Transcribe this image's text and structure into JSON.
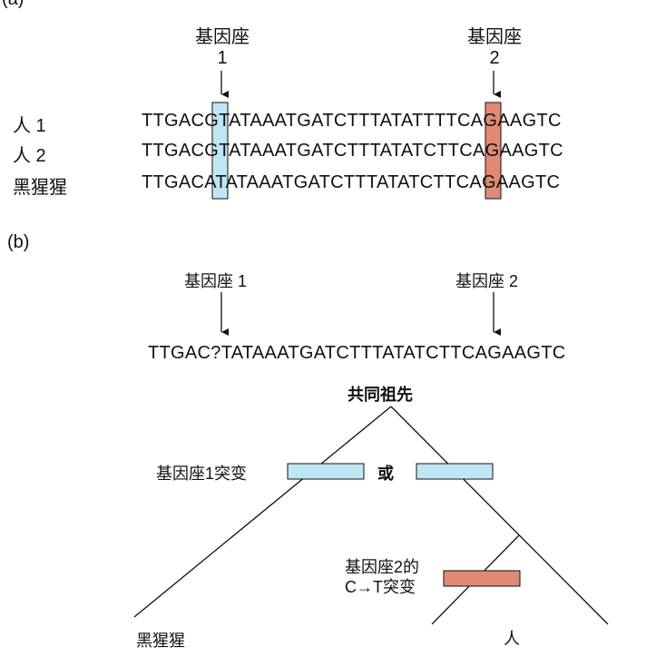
{
  "panel_a": {
    "label": "(a)",
    "locus1": {
      "name": "基因座",
      "number": "1"
    },
    "locus2": {
      "name": "基因座",
      "number": "2"
    },
    "rows": [
      {
        "label": "人 1",
        "sequence": "TTGACGTATAAATGATCTTTATATTTTCAGAAGTC"
      },
      {
        "label": "人 2",
        "sequence": "TTGACGTATAAATGATCTTTATATCTTCAGAAGTC"
      },
      {
        "label": "黑猩猩",
        "sequence": "TTGACATATAAATGATCTTTATATCTTCAGAAGTC"
      }
    ],
    "colors": {
      "locus1_box": "#bfe6f3",
      "locus2_box": "#e08a74"
    }
  },
  "panel_b": {
    "label": "(b)",
    "locus1_label": "基因座 1",
    "locus2_label": "基因座 2",
    "ancestral_sequence": "TTGAC?TATAAATGATCTTTATATCTTCAGAAGTC",
    "common_ancestor": "共同祖先",
    "locus1_mutation": "基因座1突变",
    "or_text": "或",
    "locus2_mutation_line1": "基因座2的",
    "locus2_mutation_line2": "C→T突变",
    "leaf_chimp": "黑猩猩",
    "leaf_human": "人"
  }
}
